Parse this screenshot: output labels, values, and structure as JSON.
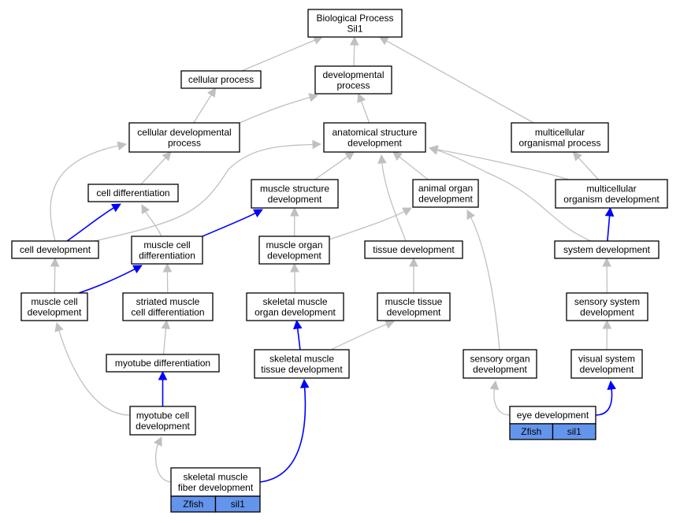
{
  "nodes": {
    "bp": [
      "Biological Process",
      "Sil1"
    ],
    "cellular_process": [
      "cellular process"
    ],
    "developmental_process": [
      "developmental",
      "process"
    ],
    "cellular_developmental_process": [
      "cellular developmental",
      "process"
    ],
    "anatomical_structure_development": [
      "anatomical structure",
      "development"
    ],
    "multicellular_organismal_process": [
      "multicellular",
      "organismal process"
    ],
    "cell_differentiation": [
      "cell differentiation"
    ],
    "muscle_structure_development": [
      "muscle structure",
      "development"
    ],
    "animal_organ_development": [
      "animal organ",
      "development"
    ],
    "multicellular_organism_development": [
      "multicellular",
      "organism development"
    ],
    "cell_development": [
      "cell development"
    ],
    "muscle_cell_differentiation": [
      "muscle cell",
      "differentiation"
    ],
    "muscle_organ_development": [
      "muscle organ",
      "development"
    ],
    "tissue_development": [
      "tissue development"
    ],
    "system_development": [
      "system development"
    ],
    "muscle_cell_development": [
      "muscle cell",
      "development"
    ],
    "striated_muscle_cell_differentiation": [
      "striated muscle",
      "cell differentiation"
    ],
    "skeletal_muscle_organ_development": [
      "skeletal muscle",
      "organ development"
    ],
    "muscle_tissue_development": [
      "muscle tissue",
      "development"
    ],
    "sensory_system_development": [
      "sensory system",
      "development"
    ],
    "myotube_differentiation": [
      "myotube differentiation"
    ],
    "skeletal_muscle_tissue_development": [
      "skeletal muscle",
      "tissue development"
    ],
    "sensory_organ_development": [
      "sensory organ",
      "development"
    ],
    "visual_system_development": [
      "visual system",
      "development"
    ],
    "eye_development": [
      "eye development"
    ],
    "myotube_cell_development": [
      "myotube cell",
      "development"
    ],
    "skeletal_muscle_fiber_development": [
      "skeletal muscle",
      "fiber development"
    ]
  },
  "annotation_tags": {
    "eye_development": [
      "Zfish",
      "sil1"
    ],
    "skeletal_muscle_fiber_development": [
      "Zfish",
      "sil1"
    ]
  },
  "edges": [
    {
      "from": "cellular_process",
      "to": "bp",
      "color": "gray"
    },
    {
      "from": "developmental_process",
      "to": "bp",
      "color": "gray"
    },
    {
      "from": "multicellular_organismal_process",
      "to": "bp",
      "color": "gray"
    },
    {
      "from": "cellular_developmental_process",
      "to": "cellular_process",
      "color": "gray"
    },
    {
      "from": "cellular_developmental_process",
      "to": "developmental_process",
      "color": "gray"
    },
    {
      "from": "anatomical_structure_development",
      "to": "developmental_process",
      "color": "gray"
    },
    {
      "from": "cell_differentiation",
      "to": "cellular_developmental_process",
      "color": "gray"
    },
    {
      "from": "cell_development",
      "to": "cellular_developmental_process",
      "color": "gray"
    },
    {
      "from": "cell_development",
      "to": "anatomical_structure_development",
      "color": "gray"
    },
    {
      "from": "cell_development",
      "to": "cell_differentiation",
      "color": "blue"
    },
    {
      "from": "muscle_structure_development",
      "to": "anatomical_structure_development",
      "color": "gray"
    },
    {
      "from": "animal_organ_development",
      "to": "anatomical_structure_development",
      "color": "gray"
    },
    {
      "from": "multicellular_organism_development",
      "to": "anatomical_structure_development",
      "color": "gray"
    },
    {
      "from": "multicellular_organism_development",
      "to": "multicellular_organismal_process",
      "color": "gray"
    },
    {
      "from": "tissue_development",
      "to": "anatomical_structure_development",
      "color": "gray"
    },
    {
      "from": "system_development",
      "to": "anatomical_structure_development",
      "color": "gray"
    },
    {
      "from": "system_development",
      "to": "multicellular_organism_development",
      "color": "blue"
    },
    {
      "from": "muscle_cell_differentiation",
      "to": "cell_differentiation",
      "color": "gray"
    },
    {
      "from": "muscle_cell_differentiation",
      "to": "muscle_structure_development",
      "color": "blue"
    },
    {
      "from": "muscle_organ_development",
      "to": "muscle_structure_development",
      "color": "gray"
    },
    {
      "from": "muscle_organ_development",
      "to": "animal_organ_development",
      "color": "gray"
    },
    {
      "from": "muscle_cell_development",
      "to": "cell_development",
      "color": "gray"
    },
    {
      "from": "muscle_cell_development",
      "to": "muscle_cell_differentiation",
      "color": "blue"
    },
    {
      "from": "striated_muscle_cell_differentiation",
      "to": "muscle_cell_differentiation",
      "color": "gray"
    },
    {
      "from": "skeletal_muscle_organ_development",
      "to": "muscle_organ_development",
      "color": "gray"
    },
    {
      "from": "muscle_tissue_development",
      "to": "tissue_development",
      "color": "gray"
    },
    {
      "from": "sensory_system_development",
      "to": "system_development",
      "color": "gray"
    },
    {
      "from": "myotube_differentiation",
      "to": "striated_muscle_cell_differentiation",
      "color": "gray"
    },
    {
      "from": "skeletal_muscle_tissue_development",
      "to": "skeletal_muscle_organ_development",
      "color": "blue"
    },
    {
      "from": "skeletal_muscle_tissue_development",
      "to": "muscle_tissue_development",
      "color": "gray"
    },
    {
      "from": "sensory_organ_development",
      "to": "animal_organ_development",
      "color": "gray"
    },
    {
      "from": "visual_system_development",
      "to": "sensory_system_development",
      "color": "gray"
    },
    {
      "from": "eye_development",
      "to": "sensory_organ_development",
      "color": "gray"
    },
    {
      "from": "eye_development",
      "to": "visual_system_development",
      "color": "blue"
    },
    {
      "from": "myotube_cell_development",
      "to": "muscle_cell_development",
      "color": "gray"
    },
    {
      "from": "myotube_cell_development",
      "to": "myotube_differentiation",
      "color": "blue"
    },
    {
      "from": "skeletal_muscle_fiber_development",
      "to": "myotube_cell_development",
      "color": "gray"
    },
    {
      "from": "skeletal_muscle_fiber_development",
      "to": "skeletal_muscle_tissue_development",
      "color": "blue"
    }
  ],
  "colors": {
    "edge_is_a": "#c0c0c0",
    "edge_part_of": "#0000ff",
    "node_border": "#000000",
    "tag_fill": "#6495ed"
  }
}
